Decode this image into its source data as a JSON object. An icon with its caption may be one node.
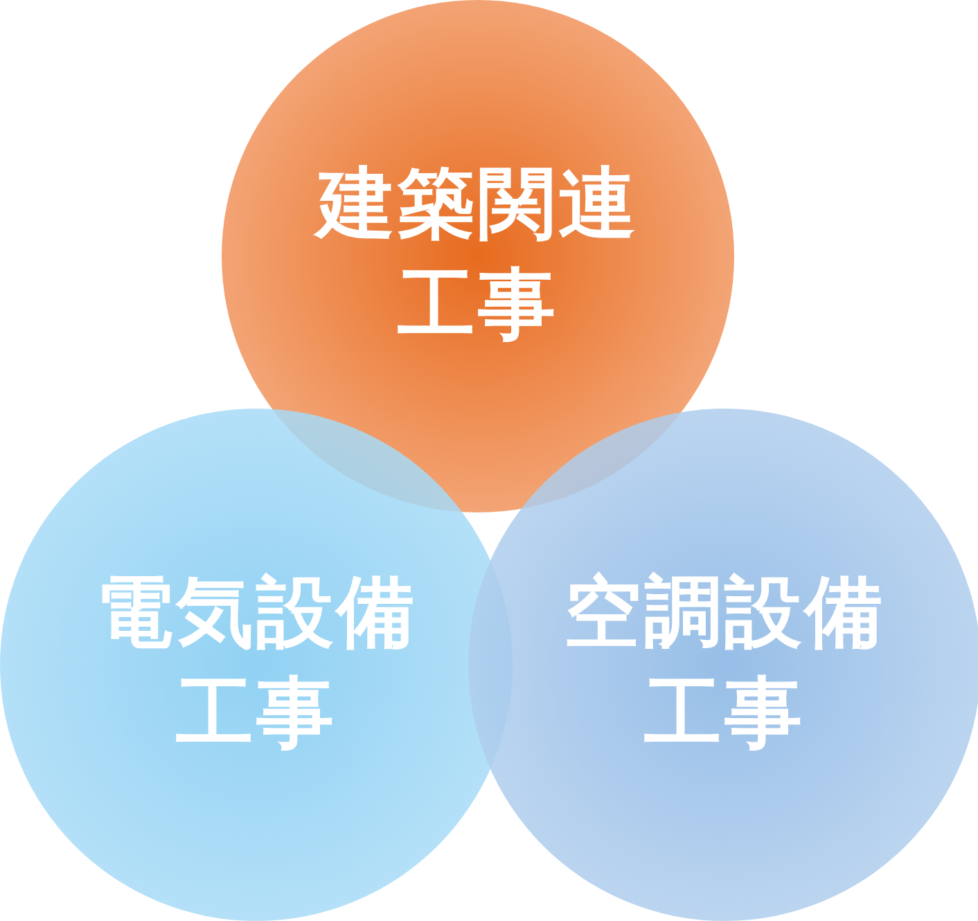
{
  "diagram": {
    "nodes": [
      {
        "text": [
          "建築関連工事"
        ]
      },
      {
        "text": [
          "電気設備工事"
        ]
      },
      {
        "text": [
          "空調設備工事"
        ]
      }
    ]
  }
}
